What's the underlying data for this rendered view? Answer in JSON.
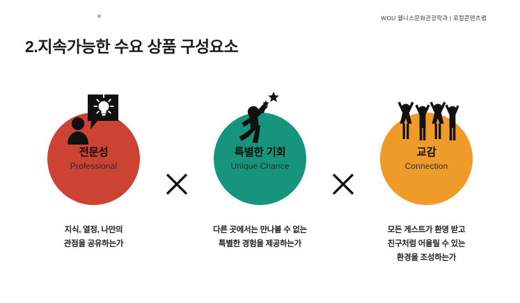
{
  "header": {
    "meta": "WOU 웰니스문화관광학과  |  로컬콘텐츠랩",
    "cursor_icon": "text-cursor-icon"
  },
  "title": "2.지속가능한 수요 상품 구성요소",
  "separators": [
    {
      "symbol": "✕",
      "name": "multiply-x-separator-1"
    },
    {
      "symbol": "✕",
      "name": "multiply-x-separator-2"
    }
  ],
  "colors": {
    "red": "#CC4233",
    "teal": "#16947C",
    "orange": "#EF9B2A",
    "text_dark": "#1a1a1a",
    "background": "#FFFFFF"
  },
  "pillars": [
    {
      "id": "professional",
      "icon": "person-with-idea-bubble-icon",
      "color": "#CC4233",
      "title_ko": "전문성",
      "title_en": "Professional",
      "caption_lines": [
        "지식, 열정, 나만의",
        "관점을 공유하는가"
      ]
    },
    {
      "id": "unique-chance",
      "icon": "person-reaching-for-stars-icon",
      "color": "#16947C",
      "title_ko": "특별한 기회",
      "title_en": "Unique Chance",
      "caption_lines": [
        "다른 곳에서는 만나볼 수 없는",
        "특별한 경험을 제공하는가"
      ]
    },
    {
      "id": "connection",
      "icon": "group-of-people-cheering-icon",
      "color": "#EF9B2A",
      "title_ko": "교감",
      "title_en": "Connection",
      "caption_lines": [
        "모든 게스트가 환영 받고",
        "친구처럼 어울릴 수 있는",
        "환경을 조성하는가"
      ]
    }
  ]
}
